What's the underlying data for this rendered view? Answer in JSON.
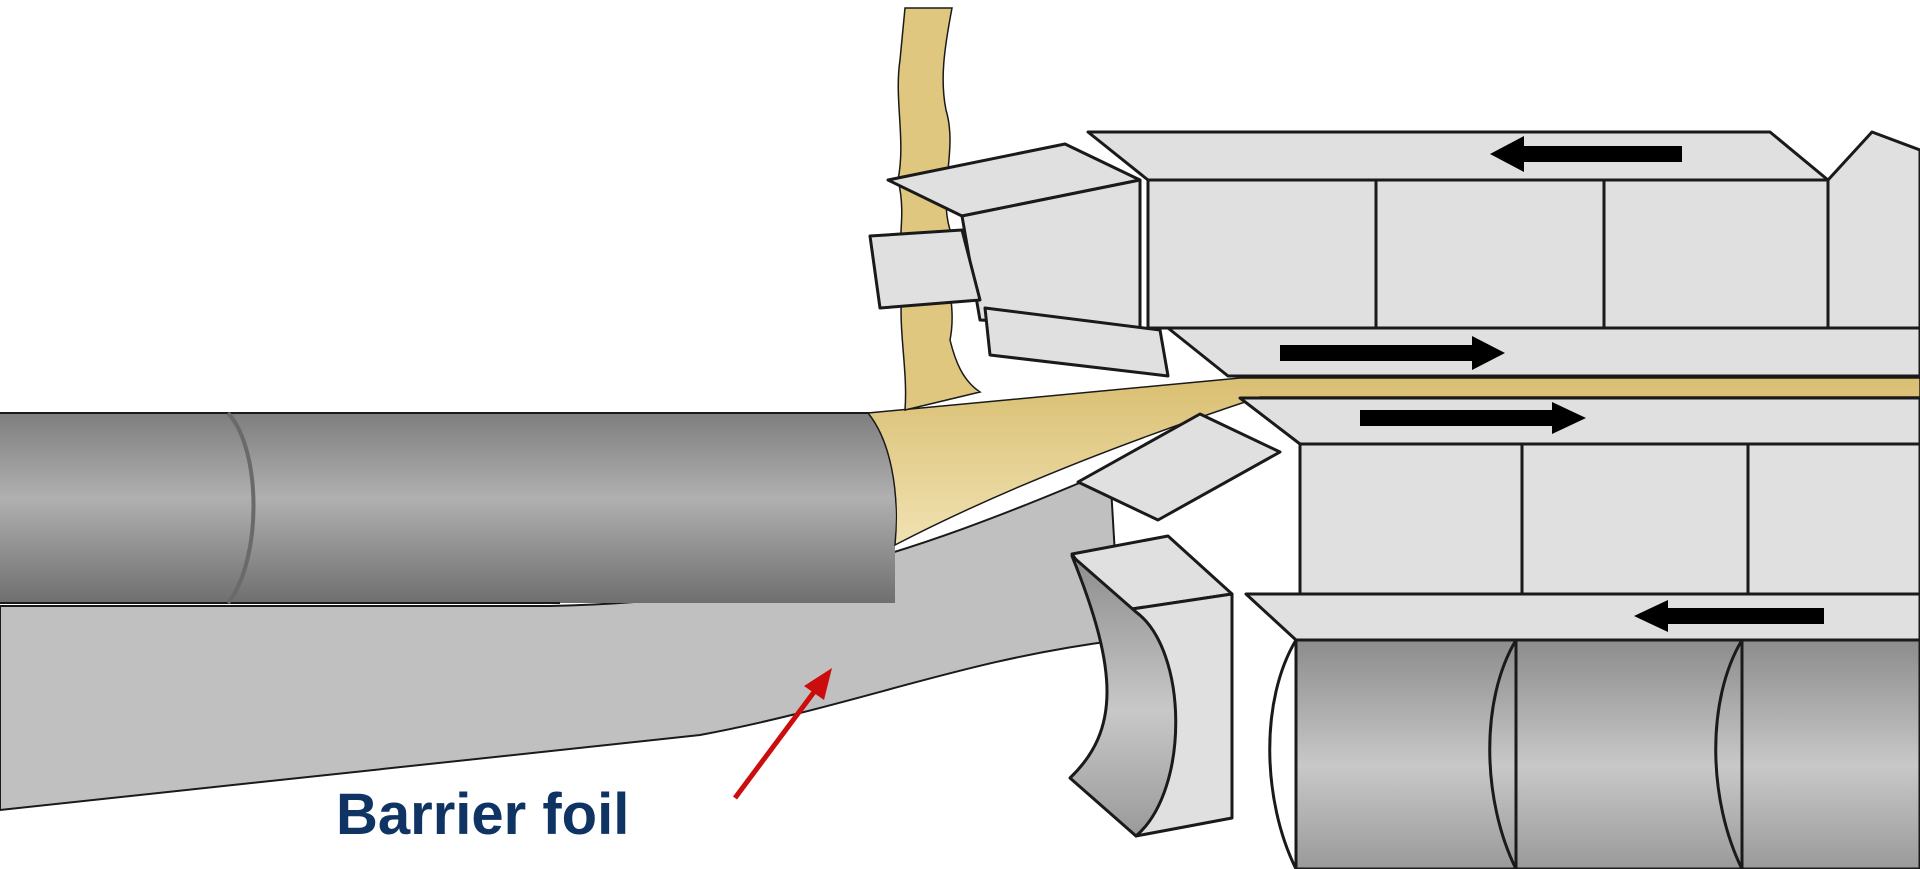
{
  "labels": {
    "barrier_foil": "Barrier foil"
  },
  "colors": {
    "label_text": "#0f3464",
    "pointer_arrow": "#cc0d0d",
    "adhesive": "#dfc77f",
    "block_face": "#e0e0e0",
    "cylinder": "#9a9a9a",
    "foil": "#bdbdbd",
    "outline": "#1a1a1a",
    "motion_arrow": "#000000"
  },
  "icons": [
    "motion-arrow-left",
    "motion-arrow-right",
    "pointer-arrow"
  ]
}
